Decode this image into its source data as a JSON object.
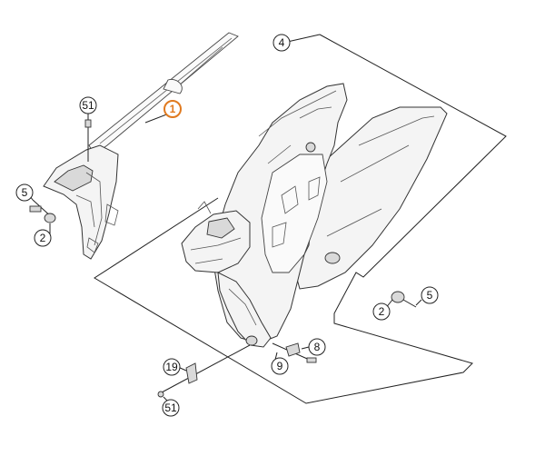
{
  "diagram": {
    "accent_color": "#e07a1f",
    "callouts": {
      "c1": "1",
      "c4": "4",
      "c51_top": "51",
      "c5_left": "5",
      "c2_left": "2",
      "c2_right": "2",
      "c5_right": "5",
      "c8": "8",
      "c9": "9",
      "c19": "19",
      "c51_bottom": "51"
    }
  }
}
